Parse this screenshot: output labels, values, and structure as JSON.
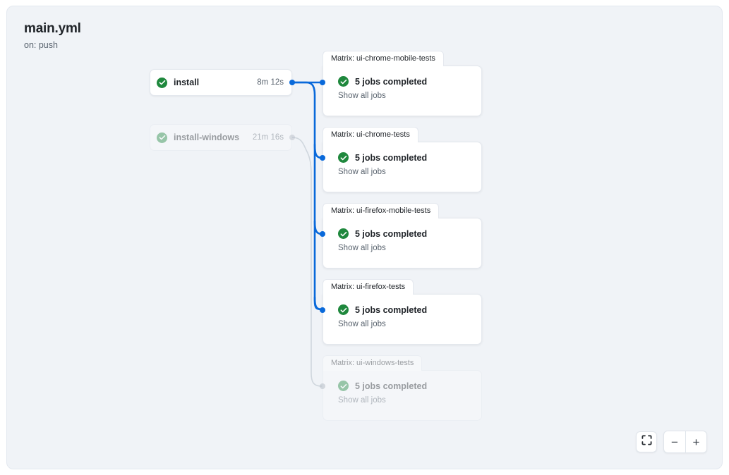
{
  "header": {
    "title": "main.yml",
    "subtitle": "on: push"
  },
  "colors": {
    "accent_edge": "#0969da",
    "muted_edge": "#d0d7de",
    "success": "#1f883d",
    "canvas_bg": "#f0f3f7",
    "card_bg": "#ffffff"
  },
  "jobs": [
    {
      "name": "install",
      "duration": "8m 12s",
      "status_icon": "check-circle-icon",
      "state": "active"
    },
    {
      "name": "install-windows",
      "duration": "21m 16s",
      "status_icon": "check-circle-icon",
      "state": "dimmed"
    }
  ],
  "matrix_cards": [
    {
      "tab_label": "Matrix: ui-chrome-mobile-tests",
      "status_text": "5 jobs completed",
      "status_icon": "check-circle-icon",
      "link_label": "Show all jobs",
      "state": "active"
    },
    {
      "tab_label": "Matrix: ui-chrome-tests",
      "status_text": "5 jobs completed",
      "status_icon": "check-circle-icon",
      "link_label": "Show all jobs",
      "state": "active"
    },
    {
      "tab_label": "Matrix: ui-firefox-mobile-tests",
      "status_text": "5 jobs completed",
      "status_icon": "check-circle-icon",
      "link_label": "Show all jobs",
      "state": "active"
    },
    {
      "tab_label": "Matrix: ui-firefox-tests",
      "status_text": "5 jobs completed",
      "status_icon": "check-circle-icon",
      "link_label": "Show all jobs",
      "state": "active"
    },
    {
      "tab_label": "Matrix: ui-windows-tests",
      "status_text": "5 jobs completed",
      "status_icon": "check-circle-icon",
      "link_label": "Show all jobs",
      "state": "dimmed"
    }
  ],
  "controls": {
    "fit_view_icon": "fit-screen-icon",
    "zoom_out_label": "−",
    "zoom_in_label": "+"
  }
}
